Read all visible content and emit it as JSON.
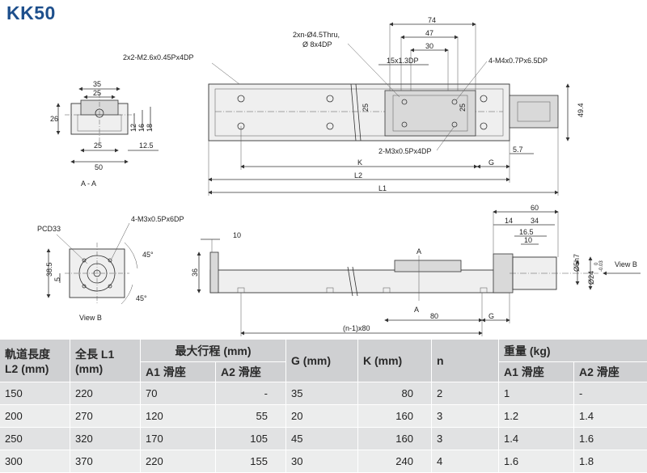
{
  "title": "KK50",
  "annotations": {
    "thru_holes": "2xn-Ø4.5Thru,",
    "counterbore": "Ø 8x4DP",
    "end_taps": "2x2-M2.6x0.45Px4DP",
    "slider_taps": "4-M4x0.7Px6.5DP",
    "pitch": "15x1.3DP",
    "bottom_taps": "2-M3x0.5Px4DP",
    "pcd": "PCD33",
    "flange_taps": "4-M3x0.5Px6DP",
    "section_label": "A - A",
    "view_b": "View B",
    "view_b_arrow": "View B",
    "n_pitch": "(n-1)x80",
    "shaft_h7": "Ø5h7",
    "shaft_24": "Ø24",
    "tol_upper": "0",
    "tol_lower": "-0.03"
  },
  "dims": {
    "d74": "74",
    "d47": "47",
    "d30": "30",
    "d25a": "25",
    "d25b": "25",
    "d49_4": "49.4",
    "d5_7": "5.7",
    "K": "K",
    "G": "G",
    "L2": "L2",
    "L1": "L1",
    "s35": "35",
    "s25": "25",
    "s26": "26",
    "s12": "12",
    "s16": "16",
    "s18": "18",
    "s25b": "25",
    "s12_5": "12.5",
    "s50": "50",
    "f38_5": "38.5",
    "f5": "5",
    "f45a": "45°",
    "f45b": "45°",
    "e10": "10",
    "e36": "36",
    "A1": "A",
    "A2": "A",
    "e80": "80",
    "eG": "G",
    "m60": "60",
    "m14": "14",
    "m34": "34",
    "m16_5": "16.5",
    "m10": "10"
  },
  "table": {
    "headers": {
      "rail": "軌道長度 L2 (mm)",
      "total": "全長 L1 (mm)",
      "stroke": "最大行程 (mm)",
      "g": "G (mm)",
      "k": "K (mm)",
      "n": "n",
      "weight": "重量 (kg)",
      "a1": "A1 滑座",
      "a2": "A2 滑座",
      "wa1": "A1 滑座",
      "wa2": "A2 滑座"
    },
    "rows": [
      {
        "l2": "150",
        "l1": "220",
        "s1": "70",
        "s2": "-",
        "g": "35",
        "k": "80",
        "n": "2",
        "w1": "1",
        "w2": "-"
      },
      {
        "l2": "200",
        "l1": "270",
        "s1": "120",
        "s2": "55",
        "g": "20",
        "k": "160",
        "n": "3",
        "w1": "1.2",
        "w2": "1.4"
      },
      {
        "l2": "250",
        "l1": "320",
        "s1": "170",
        "s2": "105",
        "g": "45",
        "k": "160",
        "n": "3",
        "w1": "1.4",
        "w2": "1.6"
      },
      {
        "l2": "300",
        "l1": "370",
        "s1": "220",
        "s2": "155",
        "g": "30",
        "k": "240",
        "n": "4",
        "w1": "1.6",
        "w2": "1.8"
      }
    ]
  }
}
